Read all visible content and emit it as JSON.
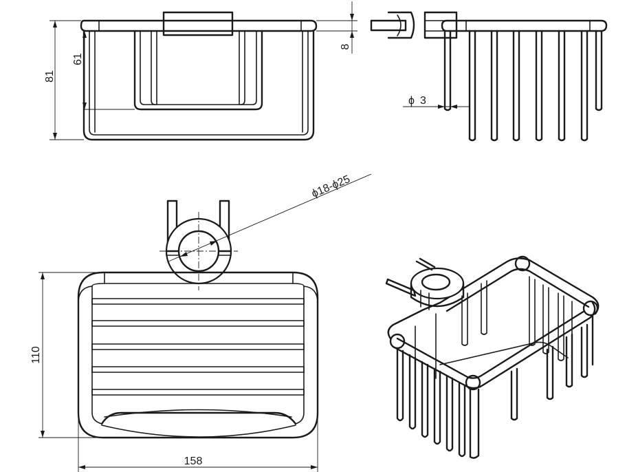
{
  "dimensions": {
    "overall_height": "81",
    "inner_height": "61",
    "hook_offset": "8",
    "wire_diameter": "3",
    "clamp_range_min": "18",
    "clamp_range_max": "25",
    "depth": "110",
    "width": "158"
  },
  "symbols": {
    "diameter": "ϕ",
    "range_separator": "-"
  },
  "views": [
    "front-view",
    "side-view",
    "top-view",
    "isometric-view"
  ]
}
